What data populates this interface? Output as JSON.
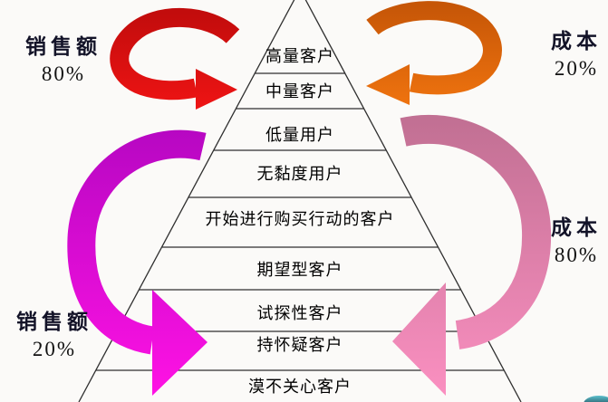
{
  "pyramid": {
    "tiers": [
      {
        "label": "高量客户"
      },
      {
        "label": "中量客户"
      },
      {
        "label": "低量用户"
      },
      {
        "label": "无黏度用户"
      },
      {
        "label": "开始进行购买行动的客户"
      },
      {
        "label": "期望型客户"
      },
      {
        "label": "试探性客户"
      },
      {
        "label": "持怀疑客户"
      },
      {
        "label": "漠不关心客户"
      }
    ]
  },
  "annotations": {
    "sales_top": {
      "title": "销售额",
      "value": "80%"
    },
    "cost_top": {
      "title": "成本",
      "value": "20%"
    },
    "cost_right": {
      "title": "成本",
      "value": "80%"
    },
    "sales_bottom": {
      "title": "销售额",
      "value": "20%"
    }
  },
  "arrows": [
    {
      "name": "top-left-cycle-arrow",
      "color_start": "#c20c0c",
      "color_end": "#ef1414"
    },
    {
      "name": "top-right-cycle-arrow",
      "color_start": "#c65607",
      "color_end": "#f0740f"
    },
    {
      "name": "left-cycle-arrow",
      "color_start": "#b607c2",
      "color_end": "#ff12e4"
    },
    {
      "name": "right-cycle-arrow",
      "color_start": "#c06f92",
      "color_end": "#fb90c1"
    }
  ],
  "colors": {
    "outline": "#2f2f2f",
    "tier_text": "#000000",
    "annotation_text": "#131328",
    "background": "#fbfaf8"
  }
}
